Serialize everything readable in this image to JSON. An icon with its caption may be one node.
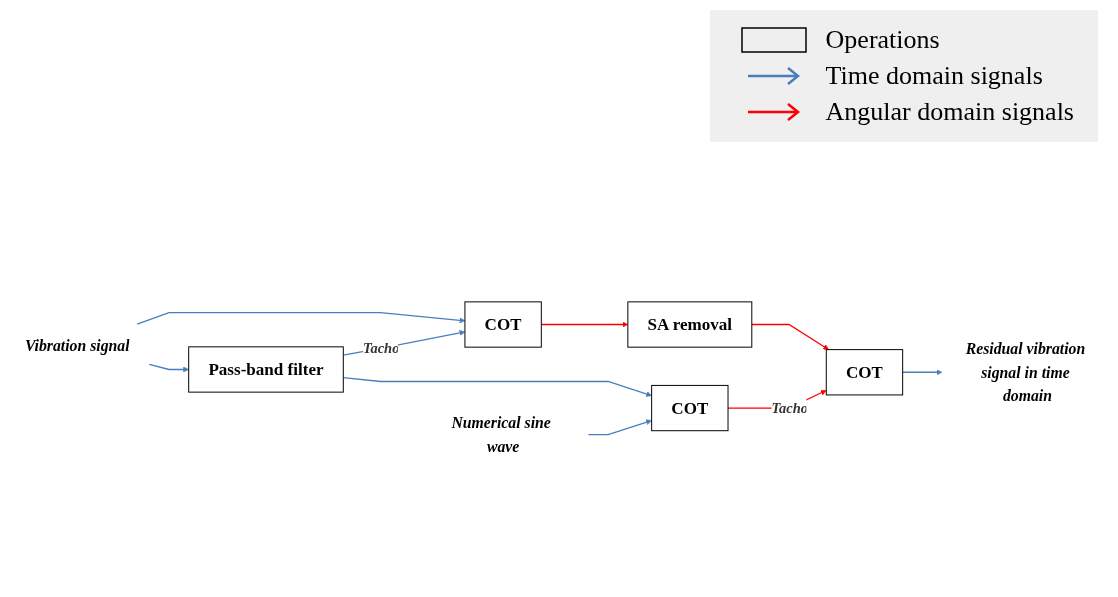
{
  "diagram": {
    "nodes": [
      {
        "text": [
          "Vibration signal"
        ]
      },
      {
        "text": [
          "COT"
        ]
      },
      {
        "text": [
          "SA removal"
        ]
      },
      {
        "text": [
          "COT"
        ]
      },
      {
        "text": [
          "Residual vibration signal in time domain"
        ]
      },
      {
        "text": [
          "Pass-band filter"
        ]
      },
      {
        "text": [
          "COT"
        ]
      },
      {
        "text": [
          "Numerical sine wave"
        ]
      }
    ],
    "edges": [
      {
        "from": 0,
        "to": 1,
        "arrow": "to"
      },
      {
        "from": 0,
        "to": 5,
        "arrow": "to"
      },
      {
        "from": 5,
        "to": 1,
        "arrow": "to",
        "label": "Tacho"
      },
      {
        "from": 5,
        "to": 6,
        "arrow": "to"
      },
      {
        "from": 1,
        "to": 2,
        "arrow": "to",
        "color": "#ff0000"
      },
      {
        "from": 2,
        "to": 3,
        "arrow": "to",
        "color": "#ff0000"
      },
      {
        "from": 3,
        "to": 4,
        "arrow": "to"
      },
      {
        "from": 7,
        "to": 6,
        "arrow": "to"
      },
      {
        "from": 6,
        "to": 3,
        "arrow": "to",
        "label": "Tacho",
        "color": "#ff0000"
      }
    ],
    "legend": [
      {
        "text": "Operations"
      },
      {
        "text": "Time domain signals"
      },
      {
        "text": "Angular domain signals"
      }
    ]
  }
}
